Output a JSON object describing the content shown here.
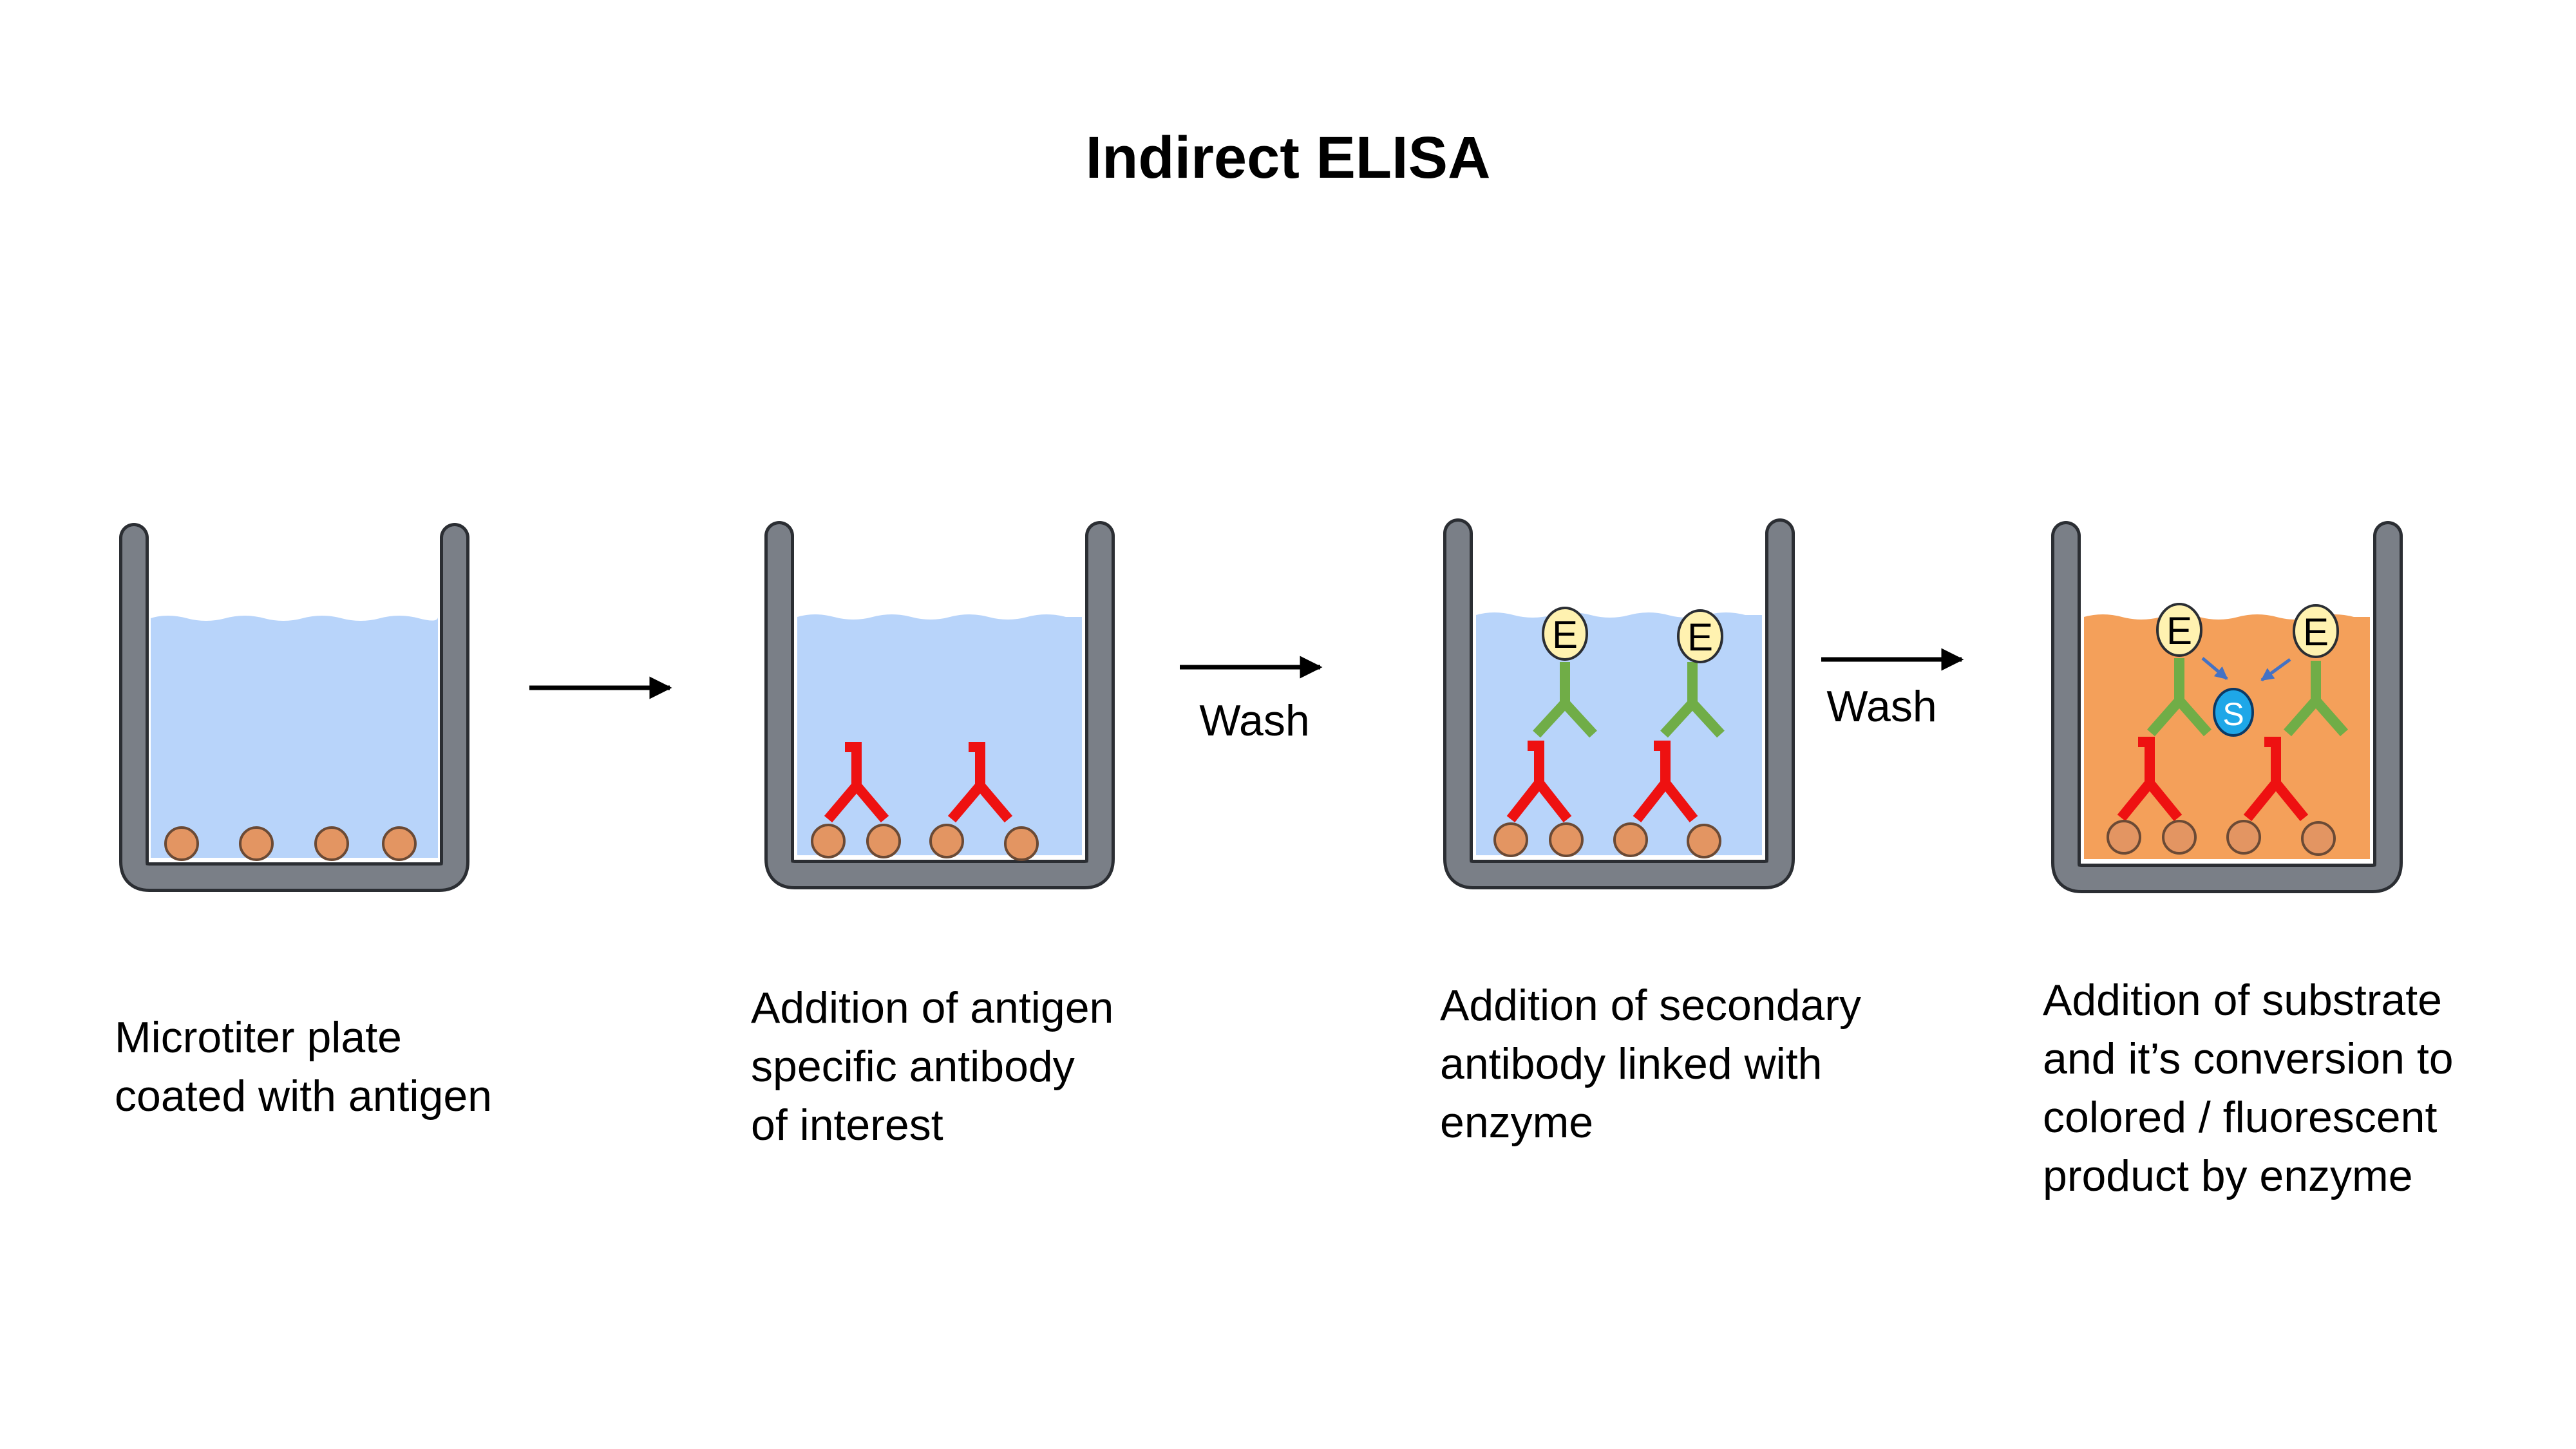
{
  "title": "Indirect ELISA",
  "steps": [
    {
      "caption_lines": [
        "Microtiter plate",
        "coated with antigen"
      ]
    },
    {
      "caption_lines": [
        "Addition of antigen",
        "specific antibody",
        "of interest"
      ]
    },
    {
      "caption_lines": [
        "Addition of secondary",
        "antibody linked with",
        "enzyme"
      ]
    },
    {
      "caption_lines": [
        "Addition of substrate",
        "and it’s conversion to",
        "colored / fluorescent",
        "product by enzyme"
      ]
    }
  ],
  "arrows": [
    {
      "label": ""
    },
    {
      "label": "Wash"
    },
    {
      "label": "Wash"
    }
  ],
  "markers": {
    "enzyme": "E",
    "substrate": "S"
  },
  "colors": {
    "well_wall": "#7a7f87",
    "well_outline": "#2b2e33",
    "buffer": "#b8d4fa",
    "colored_product": "#f4a05a",
    "antigen": "#e39562",
    "primary_antibody": "#ee1111",
    "secondary_antibody": "#70ad47",
    "enzyme": "#fff2b0",
    "substrate": "#1ea7e8"
  }
}
